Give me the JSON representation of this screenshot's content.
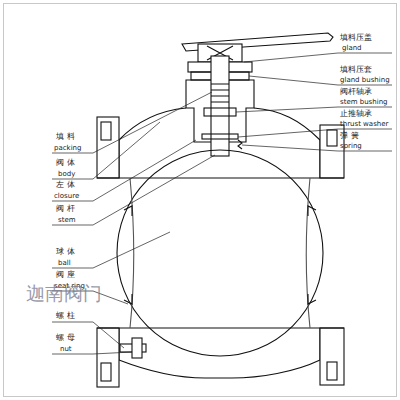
{
  "diagram": {
    "labels": [
      "填料压盖",
      "gland",
      "填料压套",
      "gland bushing",
      "阀杆轴承",
      "stem bushing",
      "止推轴承",
      "thrust washer",
      "弹 簧",
      "spring",
      "填 料",
      "packing",
      "阀 体",
      "body",
      "左 体",
      "closure",
      "阀 杆",
      "stem",
      "球 体",
      "ball",
      "阀 座",
      "seat ring",
      "螺 柱",
      "螺 母",
      "nut",
      "迦南阀门"
    ]
  }
}
